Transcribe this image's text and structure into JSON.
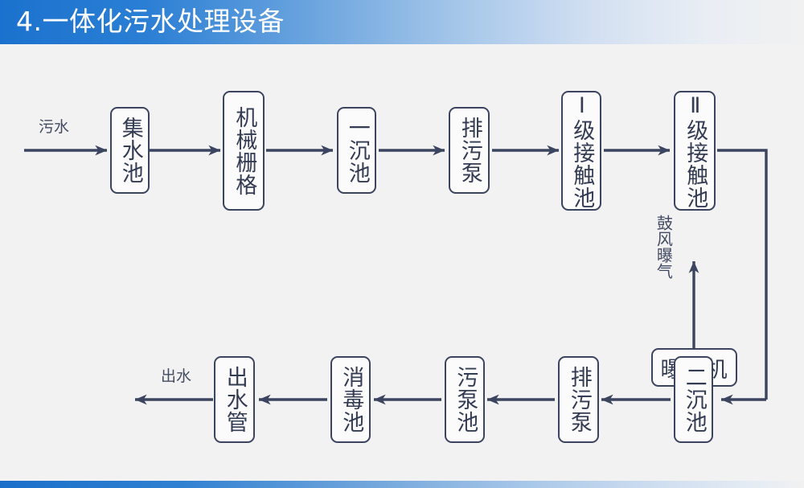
{
  "header": {
    "title": "4.一体化污水处理设备",
    "accent_color": "#1b72ce",
    "text_color": "#ffffff"
  },
  "diagram": {
    "line_color": "#3c4560",
    "box_fill": "#fbfbfb",
    "background": "#f2f2f2",
    "nodes": [
      {
        "id": "collect",
        "label": "集水池",
        "orientation": "vertical",
        "row": "top"
      },
      {
        "id": "grille",
        "label": "机械栅格",
        "orientation": "vertical",
        "row": "top"
      },
      {
        "id": "sed1",
        "label": "一沉池",
        "orientation": "vertical",
        "row": "top"
      },
      {
        "id": "pump1",
        "label": "排污泵",
        "orientation": "vertical",
        "row": "top"
      },
      {
        "id": "contact1",
        "label": "Ⅰ级接触池",
        "orientation": "vertical",
        "row": "top"
      },
      {
        "id": "contact2",
        "label": "Ⅱ级接触池",
        "orientation": "vertical",
        "row": "top"
      },
      {
        "id": "aerator",
        "label": "曝气机",
        "orientation": "horizontal",
        "row": "middle"
      },
      {
        "id": "sed2",
        "label": "二沉池",
        "orientation": "vertical",
        "row": "bottom"
      },
      {
        "id": "pump2",
        "label": "排污泵",
        "orientation": "vertical",
        "row": "bottom"
      },
      {
        "id": "sludgepit",
        "label": "污泵池",
        "orientation": "vertical",
        "row": "bottom"
      },
      {
        "id": "disinfect",
        "label": "消毒池",
        "orientation": "vertical",
        "row": "bottom"
      },
      {
        "id": "outpipe",
        "label": "出水管",
        "orientation": "vertical",
        "row": "bottom"
      }
    ],
    "labels": {
      "inlet": "污水",
      "outlet": "出水",
      "aeration": "鼓风曝气"
    }
  }
}
